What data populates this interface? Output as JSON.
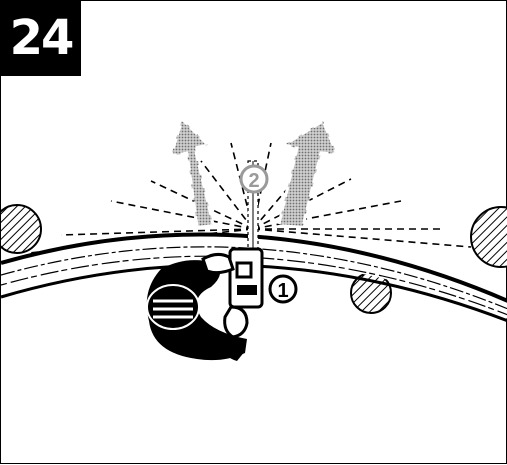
{
  "step": {
    "number": "24"
  },
  "callouts": [
    {
      "id": "1",
      "label": "1"
    },
    {
      "id": "2",
      "label": "2"
    }
  ],
  "colors": {
    "ink": "#000000",
    "paper": "#ffffff",
    "arrow_fill": "#9a9a9a"
  }
}
